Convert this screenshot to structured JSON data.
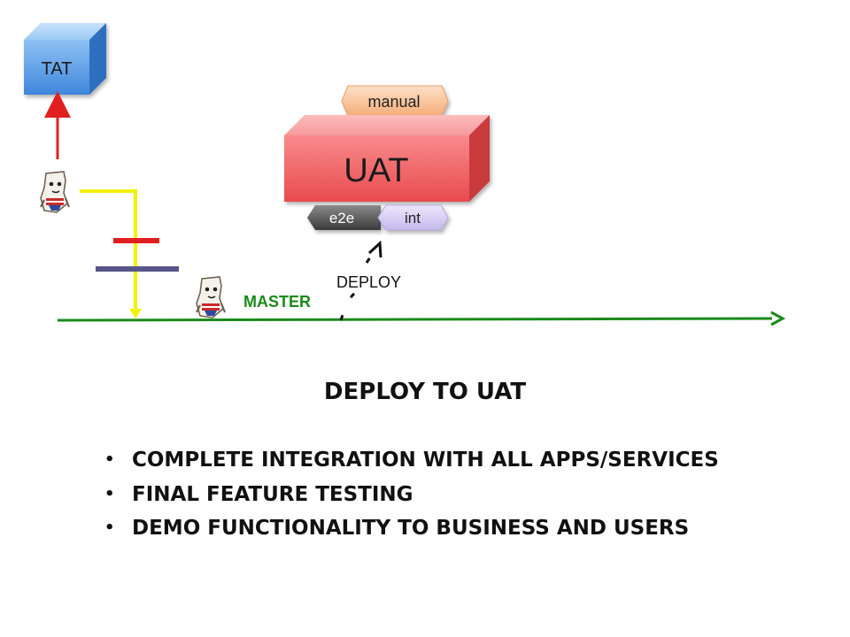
{
  "diagram": {
    "tat_label": "TAT",
    "uat_label": "UAT",
    "manual_tag": "manual",
    "e2e_tag": "e2e",
    "int_tag": "int",
    "deploy_label": "DEPLOY",
    "master_label": "MASTER"
  },
  "slide": {
    "title": "DEPLOY TO UAT",
    "bullets": [
      "COMPLETE INTEGRATION WITH ALL APPS/SERVICES",
      "FINAL FEATURE TESTING",
      "DEMO FUNCTIONALITY TO BUSINESS AND USERS"
    ]
  },
  "icons": {
    "mascot": "cartoon-character-icon",
    "bullet": "bullet-dot-icon"
  },
  "colors": {
    "tat_blue": "#4a90e2",
    "uat_red": "#ee5a5c",
    "manual_orange": "#f6b987",
    "e2e_dark": "#555555",
    "int_lavender": "#cec3ef",
    "master_green": "#1a8a1a",
    "arrow_red": "#e02020",
    "branch_yellow": "#f2f200",
    "bar_red": "#e02020",
    "bar_navy": "#565689"
  }
}
